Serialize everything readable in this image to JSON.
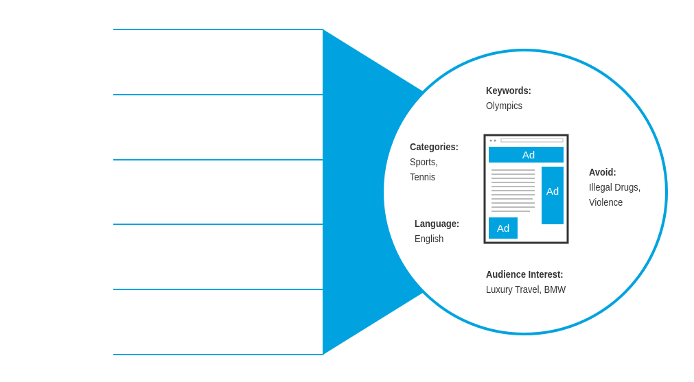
{
  "colors": {
    "accent": "#00A3E0",
    "page_frame": "#333333",
    "text_lines": "#BBBBBB",
    "label_text": "#333333",
    "background": "#FFFFFF"
  },
  "page_mockup": {
    "ads": [
      {
        "label": "Ad"
      },
      {
        "label": "Ad"
      },
      {
        "label": "Ad"
      }
    ]
  },
  "labels": {
    "keywords": {
      "title": "Keywords:",
      "value": "Olympics"
    },
    "categories": {
      "title": "Categories:",
      "value_line1": "Sports,",
      "value_line2": "Tennis"
    },
    "avoid": {
      "title": "Avoid:",
      "value_line1": "Illegal Drugs,",
      "value_line2": "Violence"
    },
    "language": {
      "title": "Language:",
      "value": "English"
    },
    "audience": {
      "title": "Audience Interest:",
      "value": "Luxury Travel, BMW"
    }
  }
}
